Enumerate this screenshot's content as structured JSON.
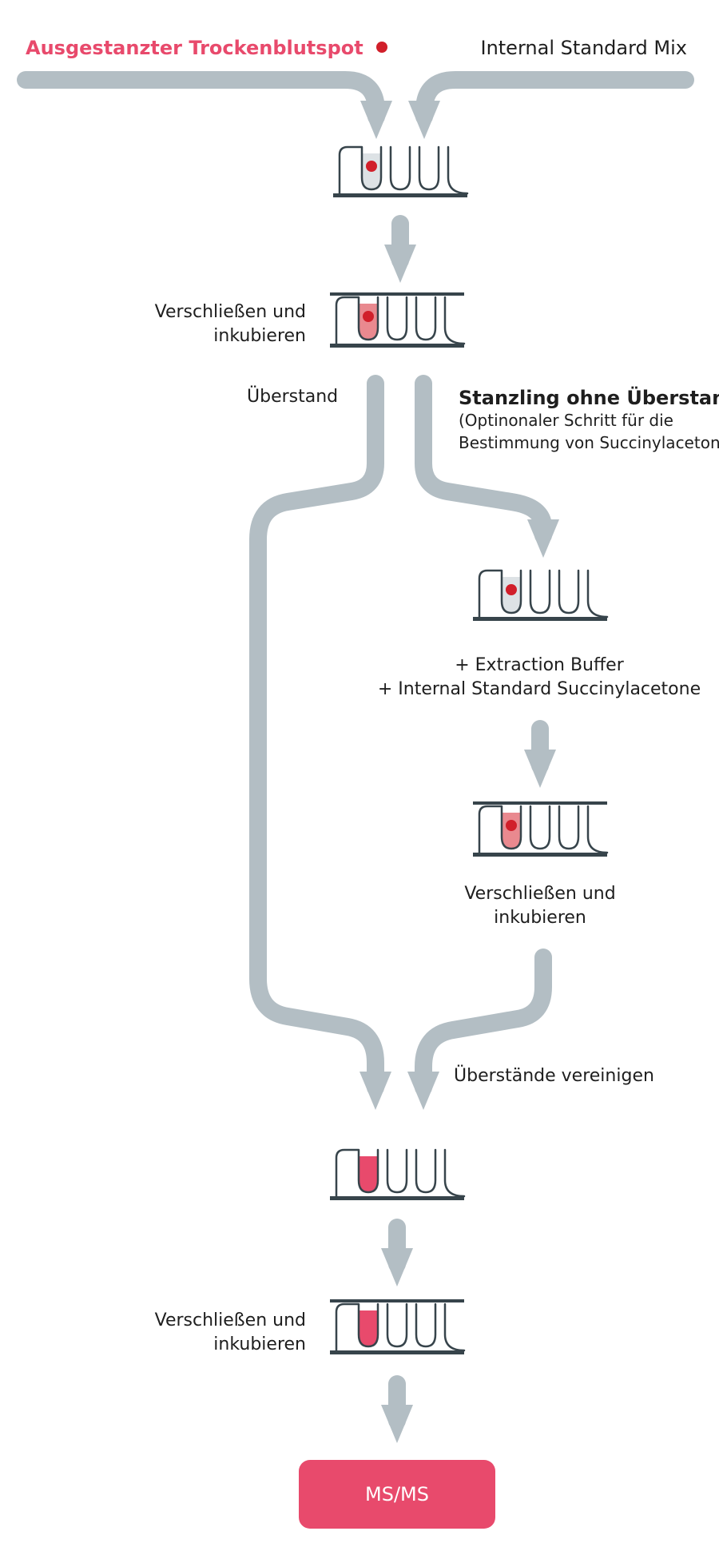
{
  "colors": {
    "arrow": "#b3bec4",
    "plate": "#37444b",
    "accent": "#e84a6c",
    "fill_light": "#e9898f",
    "fill_grey": "#dde2e5",
    "dot": "#d11f2a"
  },
  "labels": {
    "dried_blood_spot": "Ausgestanzter Trockenblutspot",
    "internal_standard_mix": "Internal Standard Mix",
    "seal_incubate_1": [
      "Verschließen und",
      "inkubieren"
    ],
    "supernatant": "Überstand",
    "punch_without_supernatant": "Stanzling ohne Überstand",
    "optional_step": [
      "(Optinonaler Schritt für die",
      "Bestimmung von Succinylaceton)"
    ],
    "extraction": [
      "+ Extraction Buffer",
      "+ Internal Standard Succinylacetone"
    ],
    "seal_incubate_2": [
      "Verschließen und",
      "inkubieren"
    ],
    "combine_supernatants": "Überstände vereinigen",
    "seal_incubate_3": [
      "Verschließen und",
      "inkubieren"
    ],
    "msms": "MS/MS"
  },
  "plates": [
    {
      "id": "plate-1",
      "lid": false,
      "fill": "grey",
      "dot": true
    },
    {
      "id": "plate-2",
      "lid": true,
      "fill": "light",
      "dot": true
    },
    {
      "id": "plate-3",
      "lid": false,
      "fill": "grey",
      "dot": true
    },
    {
      "id": "plate-4",
      "lid": true,
      "fill": "light",
      "dot": true
    },
    {
      "id": "plate-5",
      "lid": false,
      "fill": "accent",
      "dot": false
    },
    {
      "id": "plate-6",
      "lid": true,
      "fill": "accent",
      "dot": false
    }
  ]
}
